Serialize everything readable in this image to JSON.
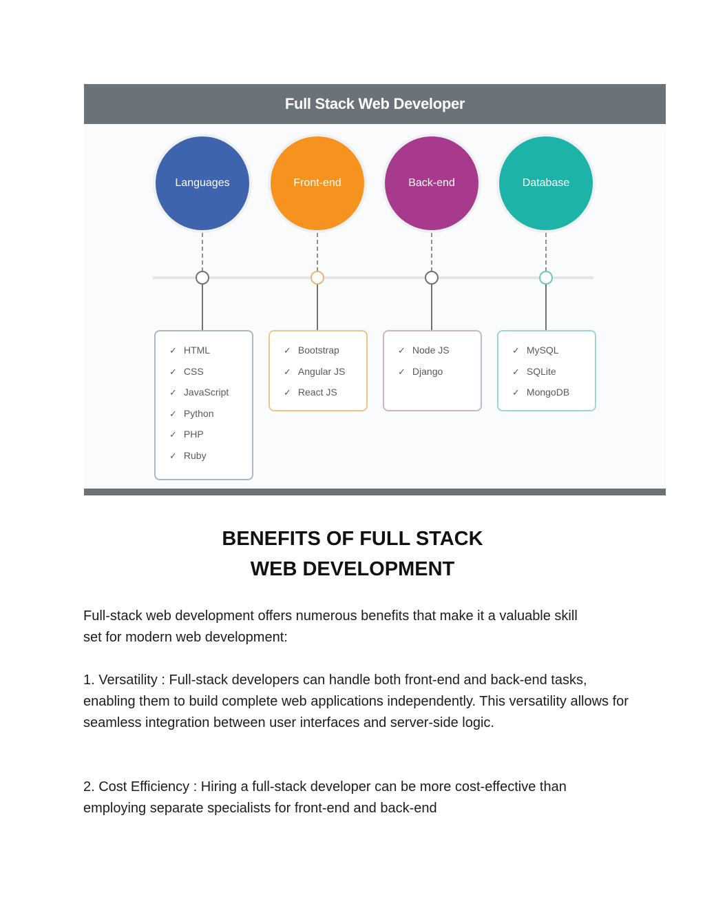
{
  "figure": {
    "header": "Full Stack Web Developer",
    "columns": [
      {
        "label": "Languages",
        "color": "#3e64ad",
        "items": [
          "HTML",
          "CSS",
          "JavaScript",
          "Python",
          "PHP",
          "Ruby"
        ]
      },
      {
        "label": "Front-end",
        "color": "#f6931e",
        "items": [
          "Bootstrap",
          "Angular JS",
          "React JS"
        ]
      },
      {
        "label": "Back-end",
        "color": "#a73a8c",
        "items": [
          "Node JS",
          "Django"
        ]
      },
      {
        "label": "Database",
        "color": "#1db3a9",
        "items": [
          "MySQL",
          "SQLite",
          "MongoDB"
        ]
      }
    ]
  },
  "article": {
    "title_line1": "BENEFITS OF FULL STACK",
    "title_line2": "WEB DEVELOPMENT",
    "intro": "Full-stack web development offers numerous benefits that make it a valuable skill set for modern web development:",
    "point1": "1. Versatility : Full-stack developers can handle both front-end and back-end tasks, enabling them to build complete web applications independently. This versatility allows for seamless integration between user interfaces and server-side logic.",
    "point2": "2. Cost Efficiency : Hiring a full-stack developer can be more cost-effective than employing separate specialists for front-end and back-end"
  }
}
